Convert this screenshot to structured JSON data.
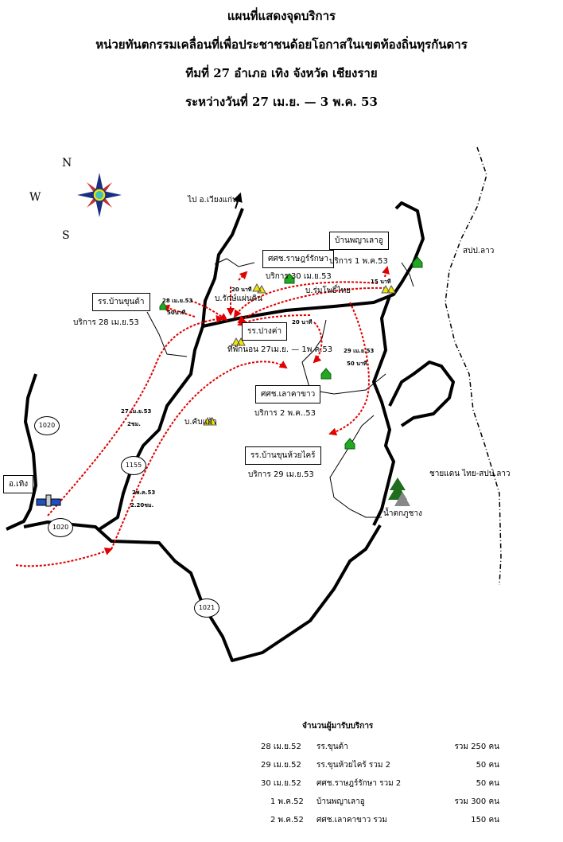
{
  "title": {
    "line1": "แผนที่แสดงจุดบริการ",
    "line2": "หน่วยทันตกรรมเคลื่อนที่เพื่อประชาชนด้อยโอกาสในเขตท้องถิ่นทุรกันดาร",
    "line3": "ทีมที่  27  อำเภอ เทิง  จังหวัด เชียงราย",
    "line4": "ระหว่างวันที่   27 เม.ย. — 3 พ.ค. 53"
  },
  "compass": {
    "north": "N",
    "west": "W",
    "south": "S"
  },
  "map": {
    "to_wiang_kaen": "ไป อ.เวียงแก่น",
    "laos": "สปป.ลาว",
    "border": "ชายแดน ไทย-สปป.ลาว",
    "waterfall": "น้ำตกภูชาง",
    "district": "อ.เทิง",
    "road_1020_a": "1020",
    "road_1020_b": "1020",
    "road_1155": "1155",
    "road_1021": "1021",
    "sites": [
      {
        "name": "รร.บ้านขุนต้า",
        "service": "บริการ 28 เม.ย.53"
      },
      {
        "name": "ศศช.ราษฎร์รักษา",
        "service": "บริการ 30 เม.ย.53"
      },
      {
        "name": "บ้านพญาเลาอู",
        "service": "บริการ 1 พ.ค.53"
      },
      {
        "name": "รร.ปางค่า",
        "service": "ที่พักนอน 27เม.ย. — 1พ.ค.53"
      },
      {
        "name": "ศศช.เลาคาขาว",
        "service": "บริการ 2 พ.ค..53"
      },
      {
        "name": "รร.บ้านขุนห้วยไคร้",
        "service": "บริการ 29 เม.ย.53"
      }
    ],
    "villages": {
      "rak_paen_din": "บ.รักษ์แผ่นดิน",
      "rom_pho_thai": "บ.ร่มโพธิ์ไทย",
      "kap_kaeo": "บ.คับแก้ว"
    },
    "trip_notes": {
      "t1_date": "28 เม.ย.53",
      "t1_time": "50นาที",
      "t2": "20 นาที",
      "t3": "15 นาที",
      "t4": "20 นาที",
      "t5_date": "29 เม.ย.53",
      "t5_time": "50 นาที",
      "t6_date": "27 เม.ย.53",
      "t6_time": "2ชม.",
      "t7_date": "2พ.ค.53",
      "t7_time": "2.20ชม."
    },
    "colors": {
      "route": "#e00000",
      "road": "#000000",
      "house": "#22a822",
      "marker": "#f2e600"
    }
  },
  "table": {
    "title": "จำนวนผู้มารับบริการ",
    "rows": [
      {
        "date": "28 เม.ย.52",
        "place": "รร.ขุนต้า",
        "total": "รวม  250  คน"
      },
      {
        "date": "29 เม.ย.52",
        "place": "รร.ขุนห้วยไคร้  รวม  2",
        "total": "50  คน"
      },
      {
        "date": "30 เม.ย.52",
        "place": "ศศช.ราษฎร์รักษา  รวม  2",
        "total": "50  คน"
      },
      {
        "date": "1 พ.ค.52",
        "place": "บ้านพญาเลาอู",
        "total": "รวม  300  คน"
      },
      {
        "date": "2 พ.ค.52",
        "place": "ศศช.เลาคาขาว  รวม",
        "total": "150  คน"
      }
    ]
  }
}
